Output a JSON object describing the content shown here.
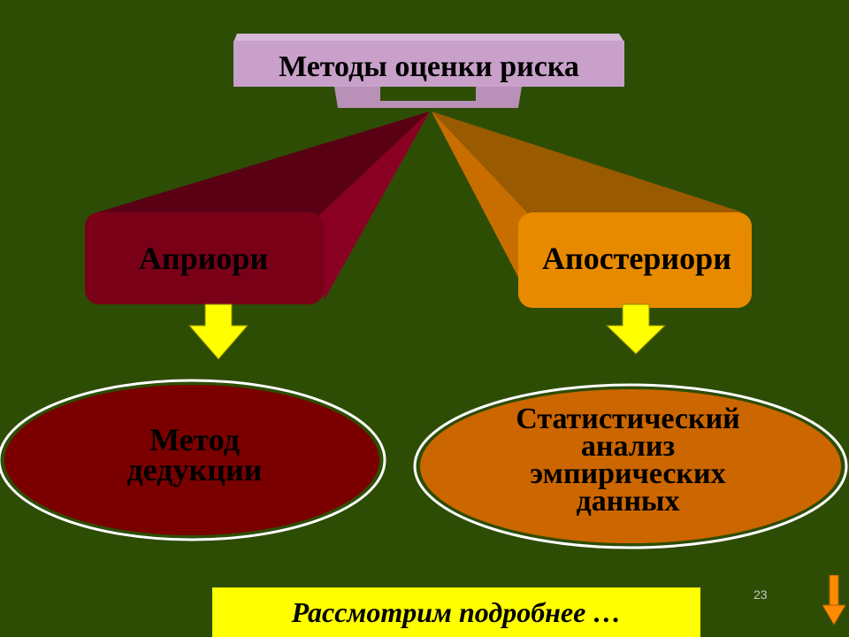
{
  "diagram": {
    "title": "Методы оценки риска",
    "branches": [
      {
        "label": "Априори",
        "method_lines": [
          "Метод",
          "дедукции"
        ],
        "color": "#7a0018"
      },
      {
        "label": "Апостериори",
        "method_lines": [
          "Статистический",
          "анализ",
          "эмпирических",
          "данных"
        ],
        "color": "#e07a00"
      }
    ],
    "colors": {
      "background": "#2d4d05",
      "title_box": "#c9a0c9",
      "arrow": "#ffff00",
      "deduction_ellipse": "#7a0000",
      "statistic_ellipse": "#cc6600"
    }
  },
  "footer": {
    "banner_text": "Рассмотрим подробнее …",
    "page_number": "23"
  },
  "icons": {
    "next": "next-slide-arrow-icon"
  }
}
